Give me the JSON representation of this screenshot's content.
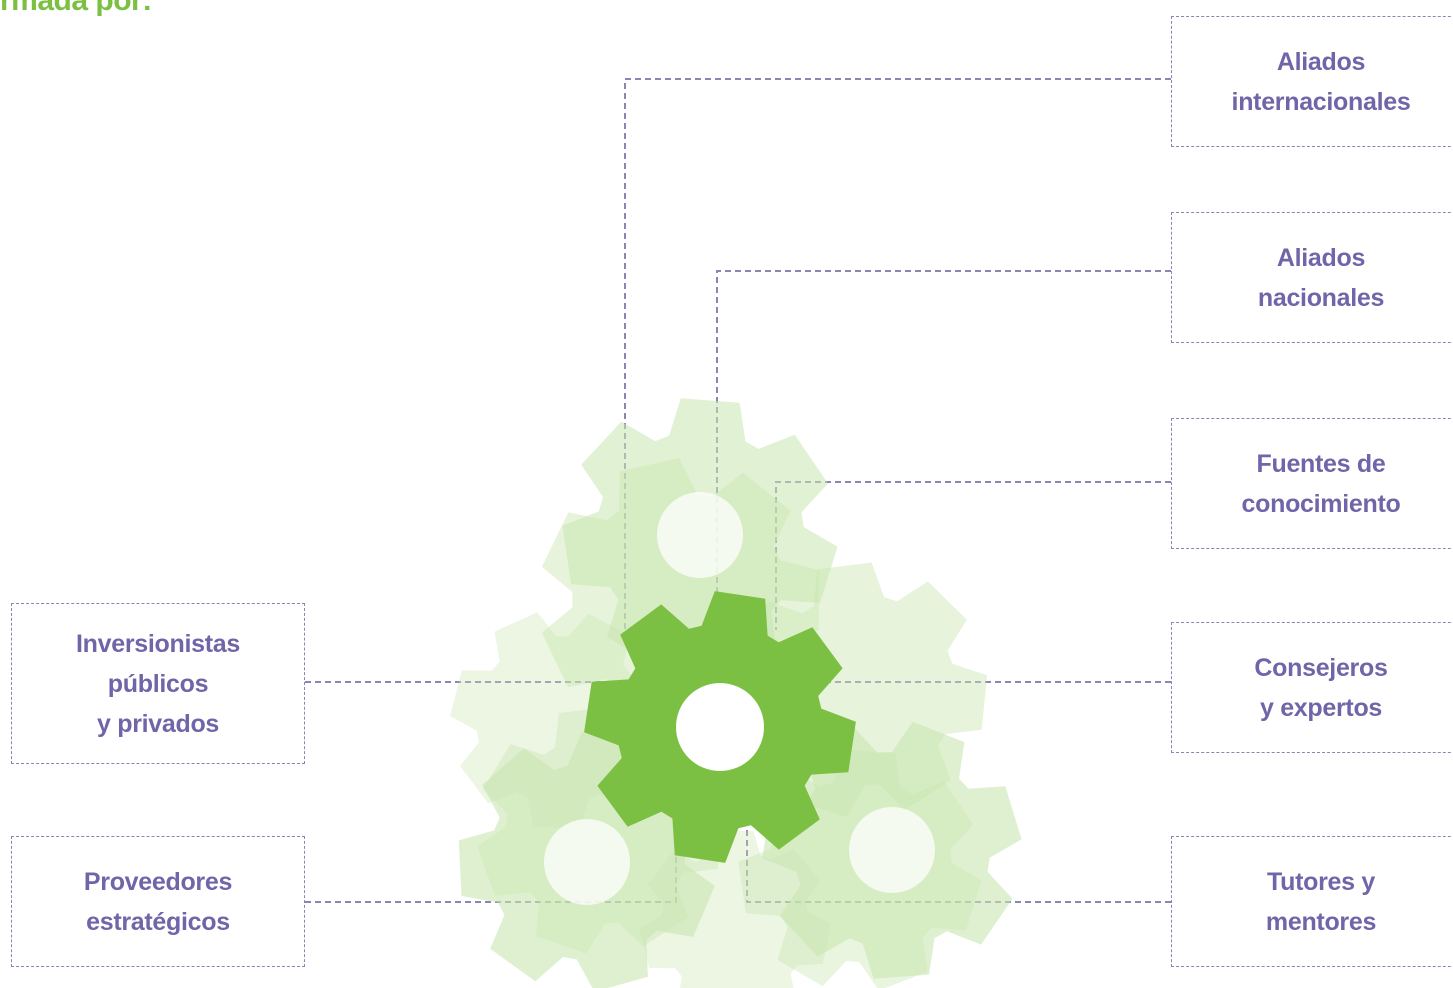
{
  "title": "rmada por:",
  "colors": {
    "main_gear": "#7bc043",
    "light_gear": "#c9e6b0",
    "connector": "#8a85b3",
    "box_text": "#7065a8",
    "title_text": "#7bc043"
  },
  "boxes": {
    "aliados_internacionales": "Aliados\ninternacionales",
    "aliados_nacionales": "Aliados\nnacionales",
    "fuentes_conocimiento": "Fuentes de\nconocimiento",
    "consejeros_expertos": "Consejeros\ny expertos",
    "tutores_mentores": "Tutores y\nmentores",
    "inversionistas": "Inversionistas\npúblicos\ny privados",
    "proveedores": "Proveedores\nestratégicos"
  }
}
